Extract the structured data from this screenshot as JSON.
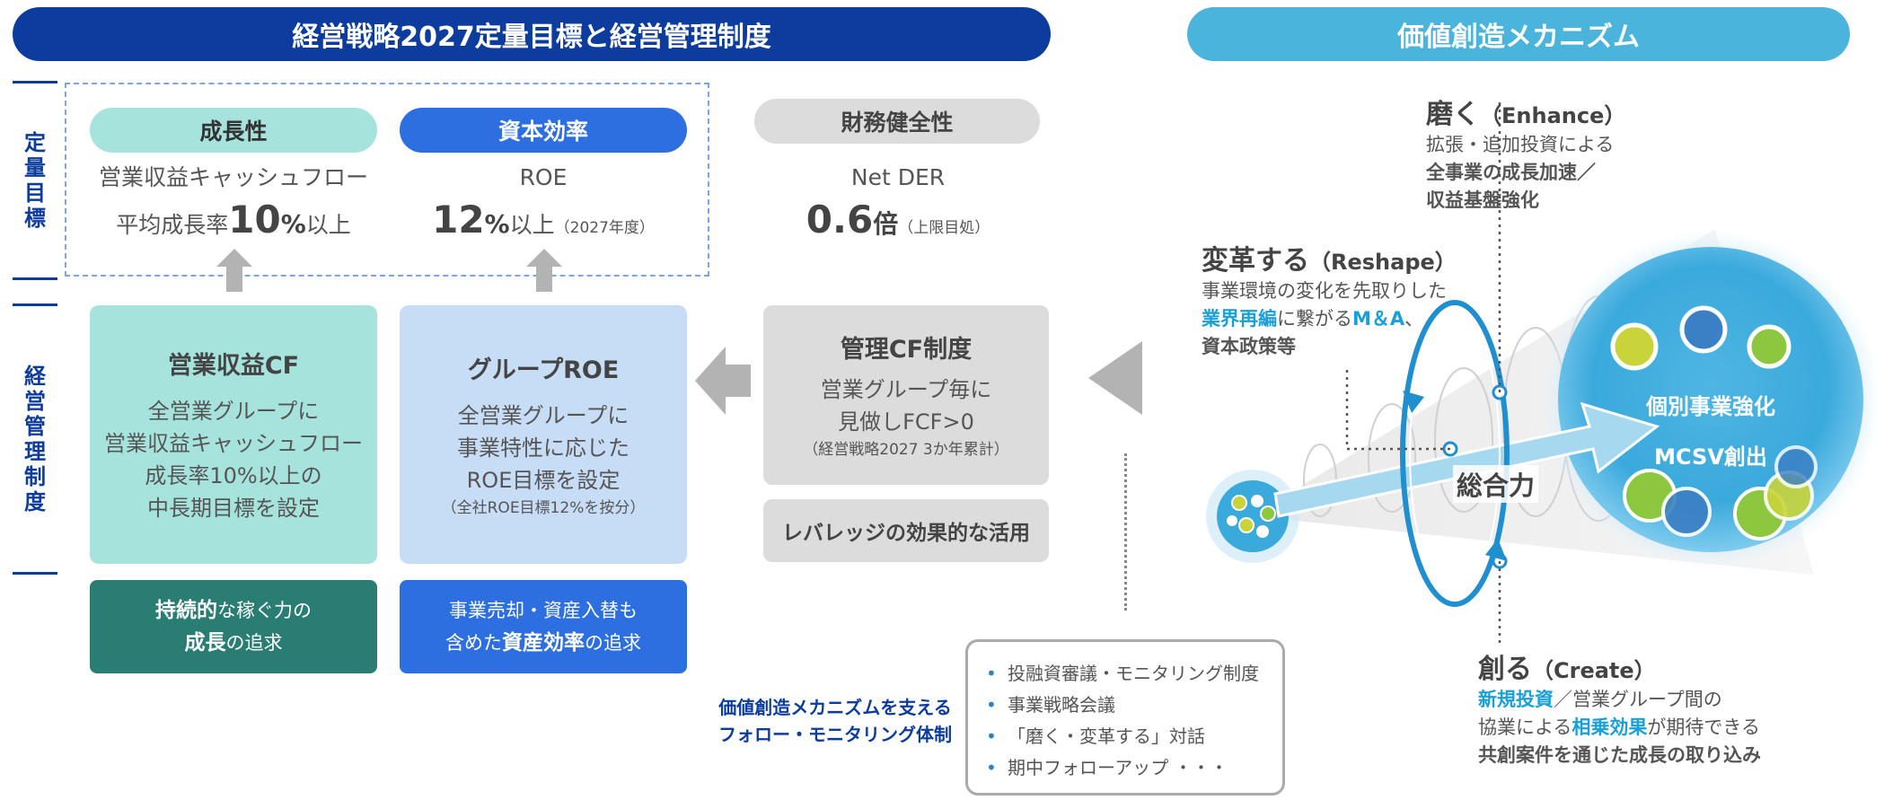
{
  "left_banner": "経営戦略2027定量目標と経営管理制度",
  "right_banner": "価値創造メカニズム",
  "row_labels": {
    "quant": [
      "定",
      "量",
      "目",
      "標"
    ],
    "mgmt": [
      "経",
      "営",
      "管",
      "理",
      "制",
      "度"
    ]
  },
  "targets": {
    "growth": {
      "pill": "成長性",
      "line1": "営業収益キャッシュフロー",
      "line2_pre": "平均成長率",
      "line2_big": "10",
      "line2_pct": "%",
      "line2_post": "以上"
    },
    "efficiency": {
      "pill": "資本効率",
      "line1": "ROE",
      "big": "12",
      "pct": "%",
      "post": "以上",
      "note": "（2027年度）"
    },
    "financial": {
      "pill": "財務健全性",
      "line1": "Net DER",
      "big": "0.6",
      "unit": "倍",
      "note": "（上限目処）"
    }
  },
  "systems": {
    "cf": {
      "title": "営業収益CF",
      "lines": [
        "全営業グループに",
        "営業収益キャッシュフロー",
        "成長率10%以上の",
        "中長期目標を設定"
      ]
    },
    "roe": {
      "title": "グループROE",
      "lines": [
        "全営業グループに",
        "事業特性に応じた",
        "ROE目標を設定"
      ],
      "note": "（全社ROE目標12%を按分）"
    },
    "mgmt_cf": {
      "title": "管理CF制度",
      "lines": [
        "営業グループ毎に",
        "見做しFCF>0"
      ],
      "note": "（経営戦略2027 3か年累計）"
    },
    "leverage": "レバレッジの効果的な活用"
  },
  "pursuits": {
    "growth": {
      "b1": "持続的",
      "t1": "な稼ぐ力の",
      "b2": "成長",
      "t2": "の追求"
    },
    "efficiency": {
      "t1": "事業売却・資産入替も",
      "t2a": "含めた",
      "b2": "資産効率",
      "t2b": "の追求"
    }
  },
  "follow": {
    "label_l1": "価値創造メカニズムを支える",
    "label_l2": "フォロー・モニタリング体制",
    "items": [
      "投融資審議・モニタリング制度",
      "事業戦略会議",
      "「磨く・変革する」対話",
      "期中フォローアップ ・・・"
    ]
  },
  "mechanism": {
    "enhance": {
      "title": "磨く",
      "en": "（Enhance）",
      "line1": "拡張・追加投資による",
      "blue1": "全事業の成長加速／",
      "blue2": "収益基盤強化"
    },
    "reshape": {
      "title": "変革する",
      "en": "（Reshape）",
      "line1": "事業環境の変化を先取りした",
      "blue_a": "業界再編",
      "mid": "に繋がる",
      "blue_b": "M＆A",
      "tail": "、",
      "blue2": "資本政策等"
    },
    "create": {
      "title": "創る",
      "en": "（Create）",
      "blue1": "新規投資",
      "line1": "／営業グループ間の",
      "line2a": "協業による",
      "blue2": "相乗効果",
      "line2b": "が期待できる",
      "blue3": "共創案件を通じた成長の取り込み"
    },
    "synergy": "総合力",
    "sphere_line1": "個別事業強化",
    "sphere_line2": "MCSV創出"
  },
  "colors": {
    "navy": "#0b3c9e",
    "teal_light": "#a7e3dd",
    "teal_dark": "#2a7d72",
    "blue": "#2d6fe0",
    "blue_light": "#c7dcf5",
    "gray": "#dcdcdc",
    "sky": "#4ab4dc",
    "accent_text": "#1aa0d8"
  }
}
